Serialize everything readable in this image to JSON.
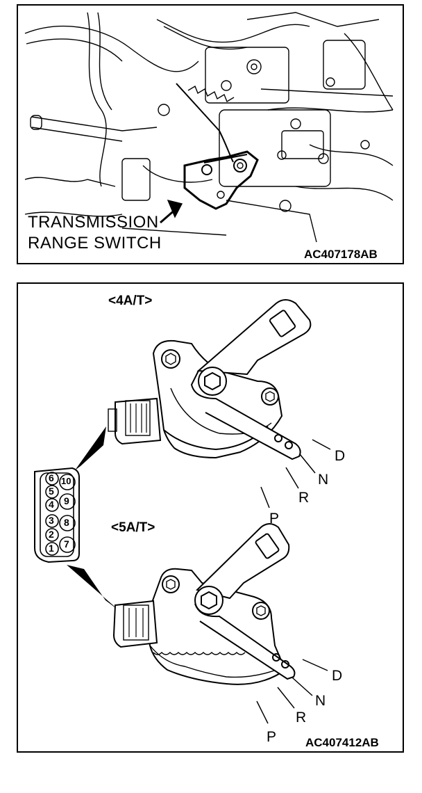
{
  "top_panel": {
    "callout_line1": "TRANSMISSION",
    "callout_line2": "RANGE SWITCH",
    "figure_code": "AC407178AB"
  },
  "bottom_panel": {
    "title_4at": "<4A/T>",
    "title_5at": "<5A/T>",
    "figure_code": "AC407412AB",
    "positions_4at": [
      "D",
      "N",
      "R",
      "P"
    ],
    "positions_5at": [
      "D",
      "N",
      "R",
      "P"
    ],
    "connector_pins_left": [
      "6",
      "5",
      "4",
      "3",
      "2",
      "1"
    ],
    "connector_pins_right": [
      "10",
      "9",
      "8",
      "7"
    ]
  }
}
